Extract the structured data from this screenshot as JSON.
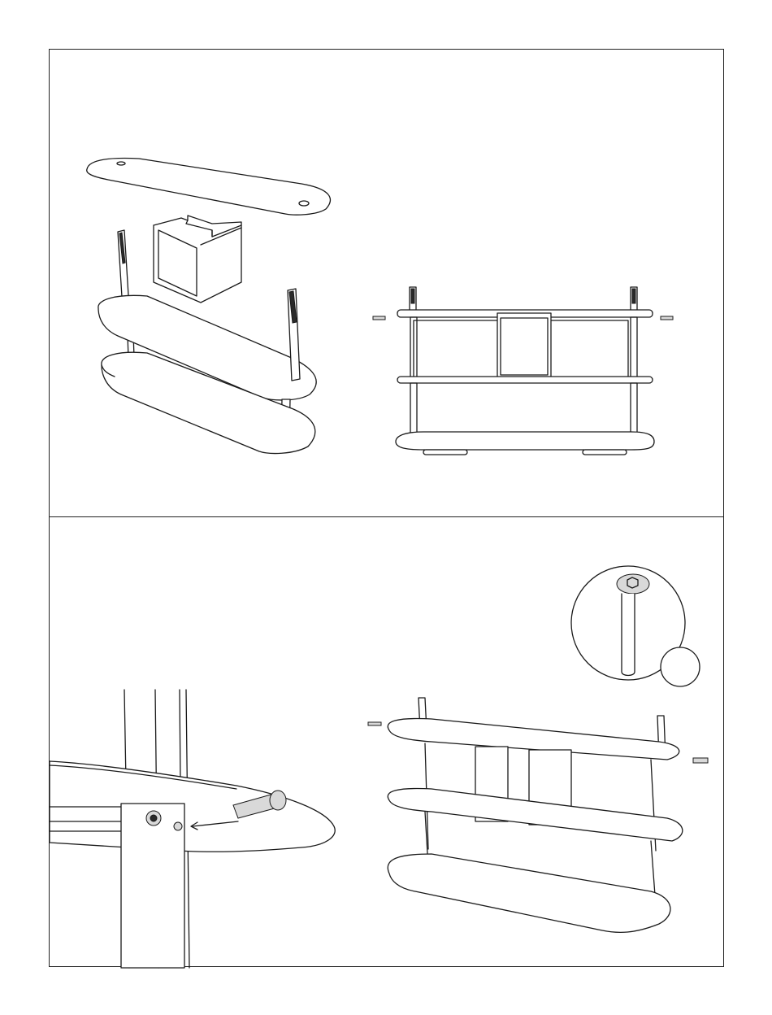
{
  "document": {
    "panels": [
      {
        "id": "top",
        "steps": [
          "exploded-view",
          "assembled-front-view"
        ]
      },
      {
        "id": "bottom",
        "steps": [
          "bolt-detail-closeup",
          "assembled-perspective-view"
        ]
      }
    ],
    "icons": [
      "arrow-icon",
      "hex-bolt-icon",
      "magnifier-callout-icon"
    ],
    "colors": {
      "line": "#1a1a1a",
      "background": "#ffffff"
    }
  }
}
